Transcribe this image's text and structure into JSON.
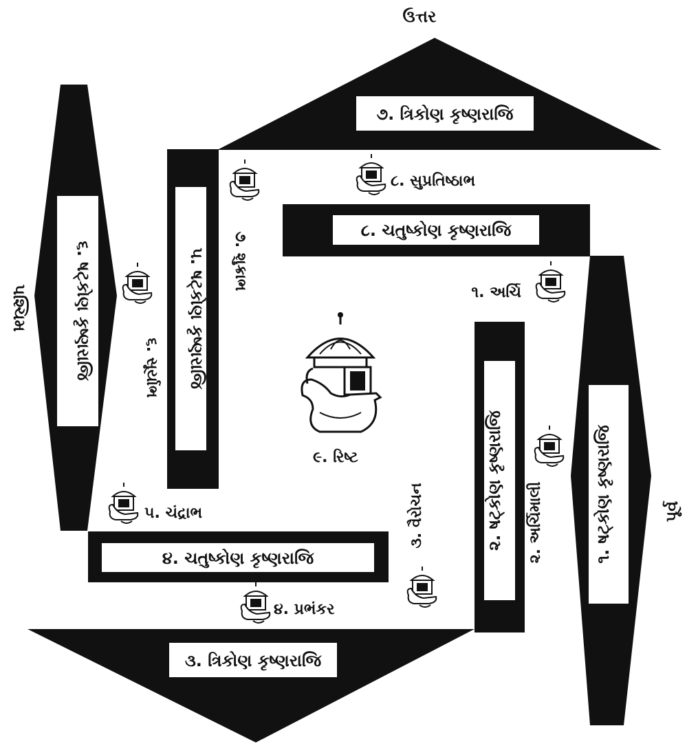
{
  "directions": {
    "north": "ઉત્તર",
    "west": "પશ્ચિમ",
    "east": "પૂર્વ"
  },
  "krishnaraji": {
    "r1": "૧. ષટ્કોણ કૃષ્ણરાજિ",
    "r2": "૨. ષટ્કોણ કૃષ્ણરાજિ",
    "r3": "૩. ત્રિકોણ કૃષ્ણરાજિ",
    "r4": "૪. ચતુષ્કોણ કૃષ્ણરાજિ",
    "r5": "૫. ષટ્કોણ કૃષ્ણરાજિ",
    "r6": "૬. ષટ્કોણ કૃષ્ણરાજિ",
    "r7": "૭. ત્રિકોણ કૃષ્ણરાજિ",
    "r8": "૮. ચતુષ્કોણ કૃષ્ણરાજિ"
  },
  "vimanas": {
    "v1": "૧. અર્ચિ",
    "v2": "૨. અર્ચિમાલી",
    "v3": "૩. વૈરોચન",
    "v4": "૪. પ્રભંકર",
    "v5": "૫. ચંદ્રાભ",
    "v6": "૬. સૂર્યાભ",
    "v7": "૭. શુક્રાભ",
    "v8": "૮. સુપ્રતિષ્ઠાભ",
    "v9": "૯. રિષ્ટ"
  },
  "colors": {
    "ink": "#111111",
    "paper": "#ffffff"
  },
  "icons": [
    "palanquin-icon"
  ]
}
